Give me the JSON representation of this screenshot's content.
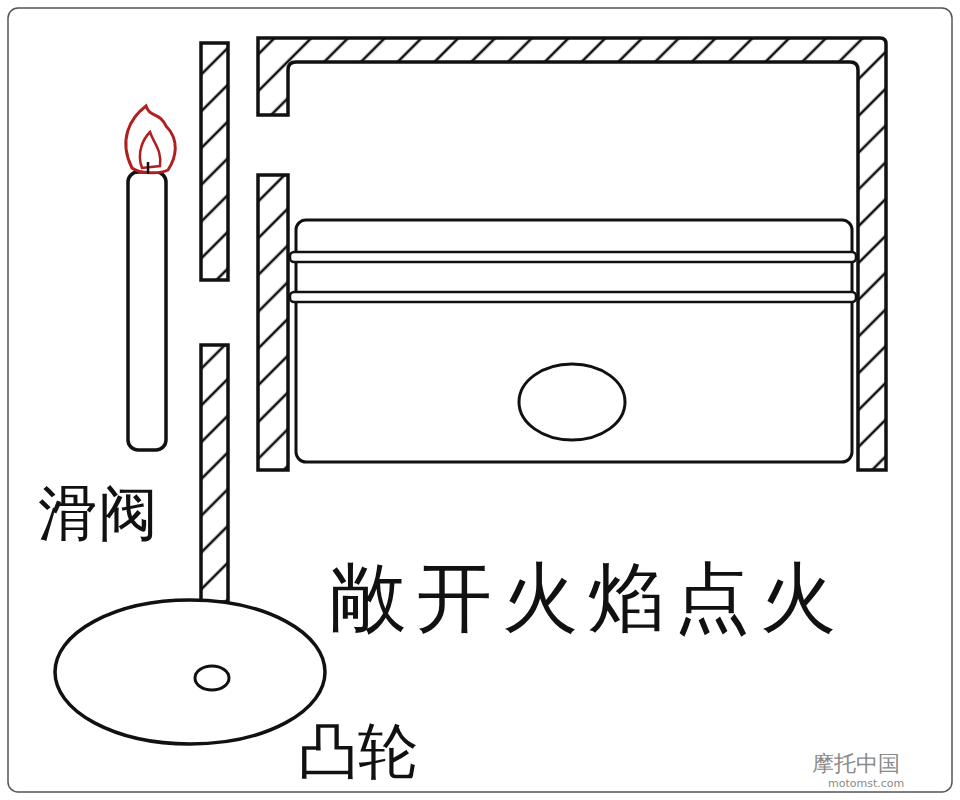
{
  "diagram": {
    "title": "敞开火焰点火",
    "labels": [
      "滑阀",
      "凸轮",
      "摩托中国",
      "motomst.com"
    ]
  }
}
